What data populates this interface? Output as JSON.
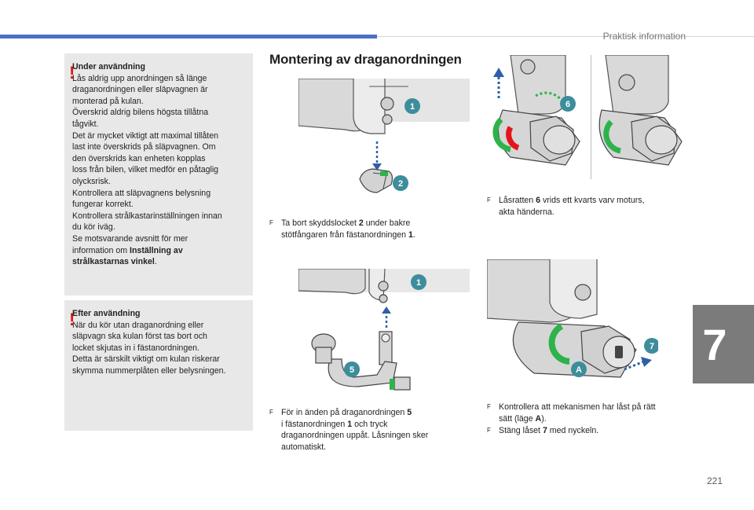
{
  "header": {
    "section": "Praktisk information"
  },
  "chapter": {
    "number": "7"
  },
  "footer": {
    "page_number": "221"
  },
  "warning_use": {
    "title": "Under användning",
    "lines": [
      "Lås aldrig upp anordningen så länge",
      "draganordningen eller släpvagnen är",
      "monterad på kulan.",
      "Överskrid aldrig bilens högsta tillåtna",
      "tågvikt.",
      "Det är mycket viktigt att maximal tillåten",
      "last inte överskrids på släpvagnen. Om",
      "den överskrids kan enheten kopplas",
      "loss från bilen, vilket medför en påtaglig",
      "olycksrisk.",
      "Kontrollera att släpvagnens belysning",
      "fungerar korrekt.",
      "Kontrollera strålkastarinställningen innan",
      "du kör iväg.",
      "Se motsvarande avsnitt för mer",
      "information om "
    ],
    "bold_link_1": "Inställning av",
    "bold_link_2": "strålkastarnas vinkel",
    "period": "."
  },
  "warning_after": {
    "title": "Efter användning",
    "lines": [
      "När du kör utan draganordning eller",
      "släpvagn ska kulan först tas bort och",
      "locket skjutas in i fästanordningen.",
      "Detta är särskilt viktigt om kulan riskerar",
      "skymma nummerplåten eller belysningen."
    ]
  },
  "main_title": "Montering av draganordningen",
  "steps": {
    "s1": {
      "bullet": "F",
      "a": "Ta bort skyddslocket ",
      "n1": "2",
      "b": " under bakre",
      "c": "stötfångaren från fästanordningen ",
      "n2": "1",
      "d": "."
    },
    "s2": {
      "bullet": "F",
      "a": "För in änden på draganordningen ",
      "n1": "5",
      "b": "i fästanordningen ",
      "n2": "1",
      "c": " och tryck",
      "d": "draganordningen uppåt. Låsningen sker",
      "e": "automatiskt."
    },
    "s3": {
      "bullet": "F",
      "a": "Låsratten ",
      "n1": "6",
      "b": " vrids ett kvarts varv moturs,",
      "c": "akta händerna."
    },
    "s4": {
      "bullet": "F",
      "a": "Kontrollera att mekanismen har låst på rätt",
      "b": "sätt (läge ",
      "n1": "A",
      "c": ")."
    },
    "s5": {
      "bullet": "F",
      "a": "Stäng låset ",
      "n1": "7",
      "b": " med nyckeln."
    }
  },
  "callouts": {
    "c1": "1",
    "c2": "2",
    "c5": "5",
    "c6": "6",
    "c7": "7",
    "cA": "A"
  },
  "colors": {
    "accent_blue": "#4a6fc4",
    "callout_teal": "#3d8d9c",
    "warning_red": "#e3141b",
    "green": "#2db34a",
    "gray_box": "#e8e8e8"
  }
}
